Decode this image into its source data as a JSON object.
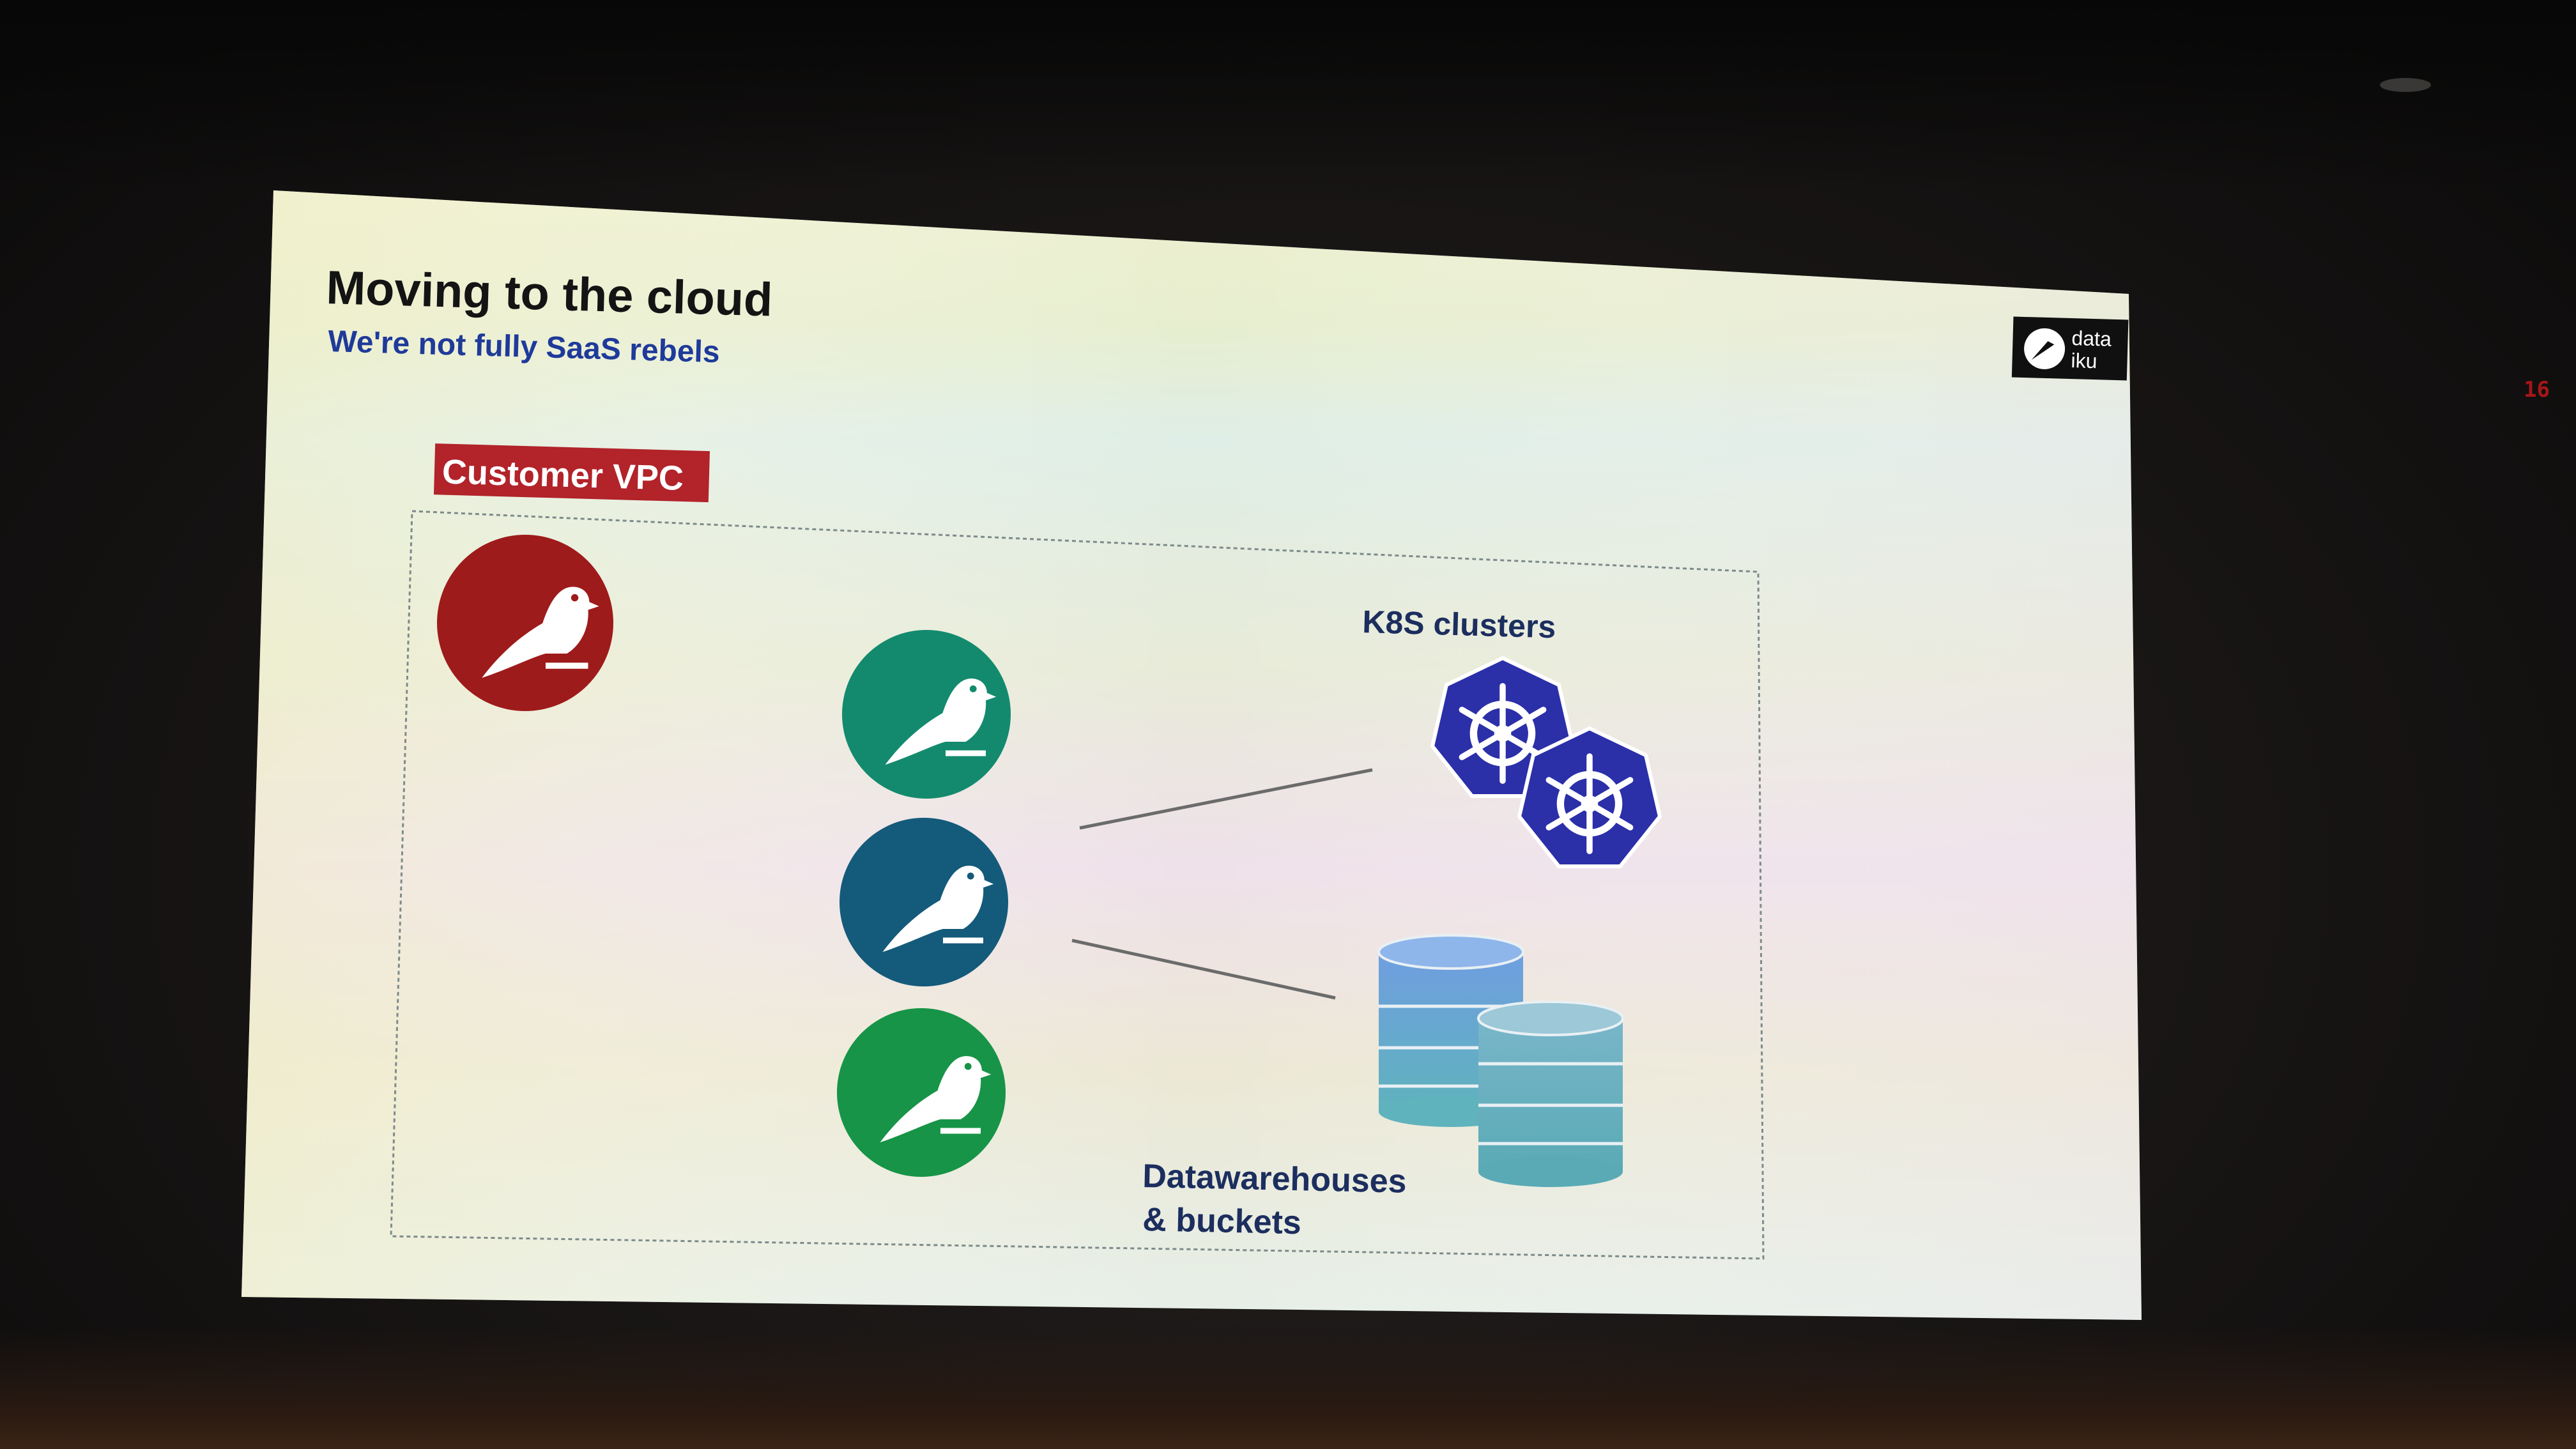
{
  "slide": {
    "title": "Moving to the cloud",
    "subtitle": "We're not fully SaaS rebels",
    "logo_text_line1": "data",
    "logo_text_line2": "iku",
    "customer_vpc_label": "Customer VPC",
    "k8s_label": "K8S clusters",
    "dw_label_line1": "Datawarehouses",
    "dw_label_line2": "& buckets"
  },
  "room": {
    "indicator_text": "16"
  },
  "colors": {
    "title": "#141414",
    "subtitle": "#1f3a9a",
    "vpc_badge": "#b2232a",
    "node_red": "#9e1b1b",
    "node_teal": "#138a6e",
    "node_blue": "#145a7a",
    "node_green": "#179447",
    "k8s_blue": "#2b2fa8",
    "db_blue": "#6a9fd6",
    "db_teal": "#5fb0b8"
  }
}
